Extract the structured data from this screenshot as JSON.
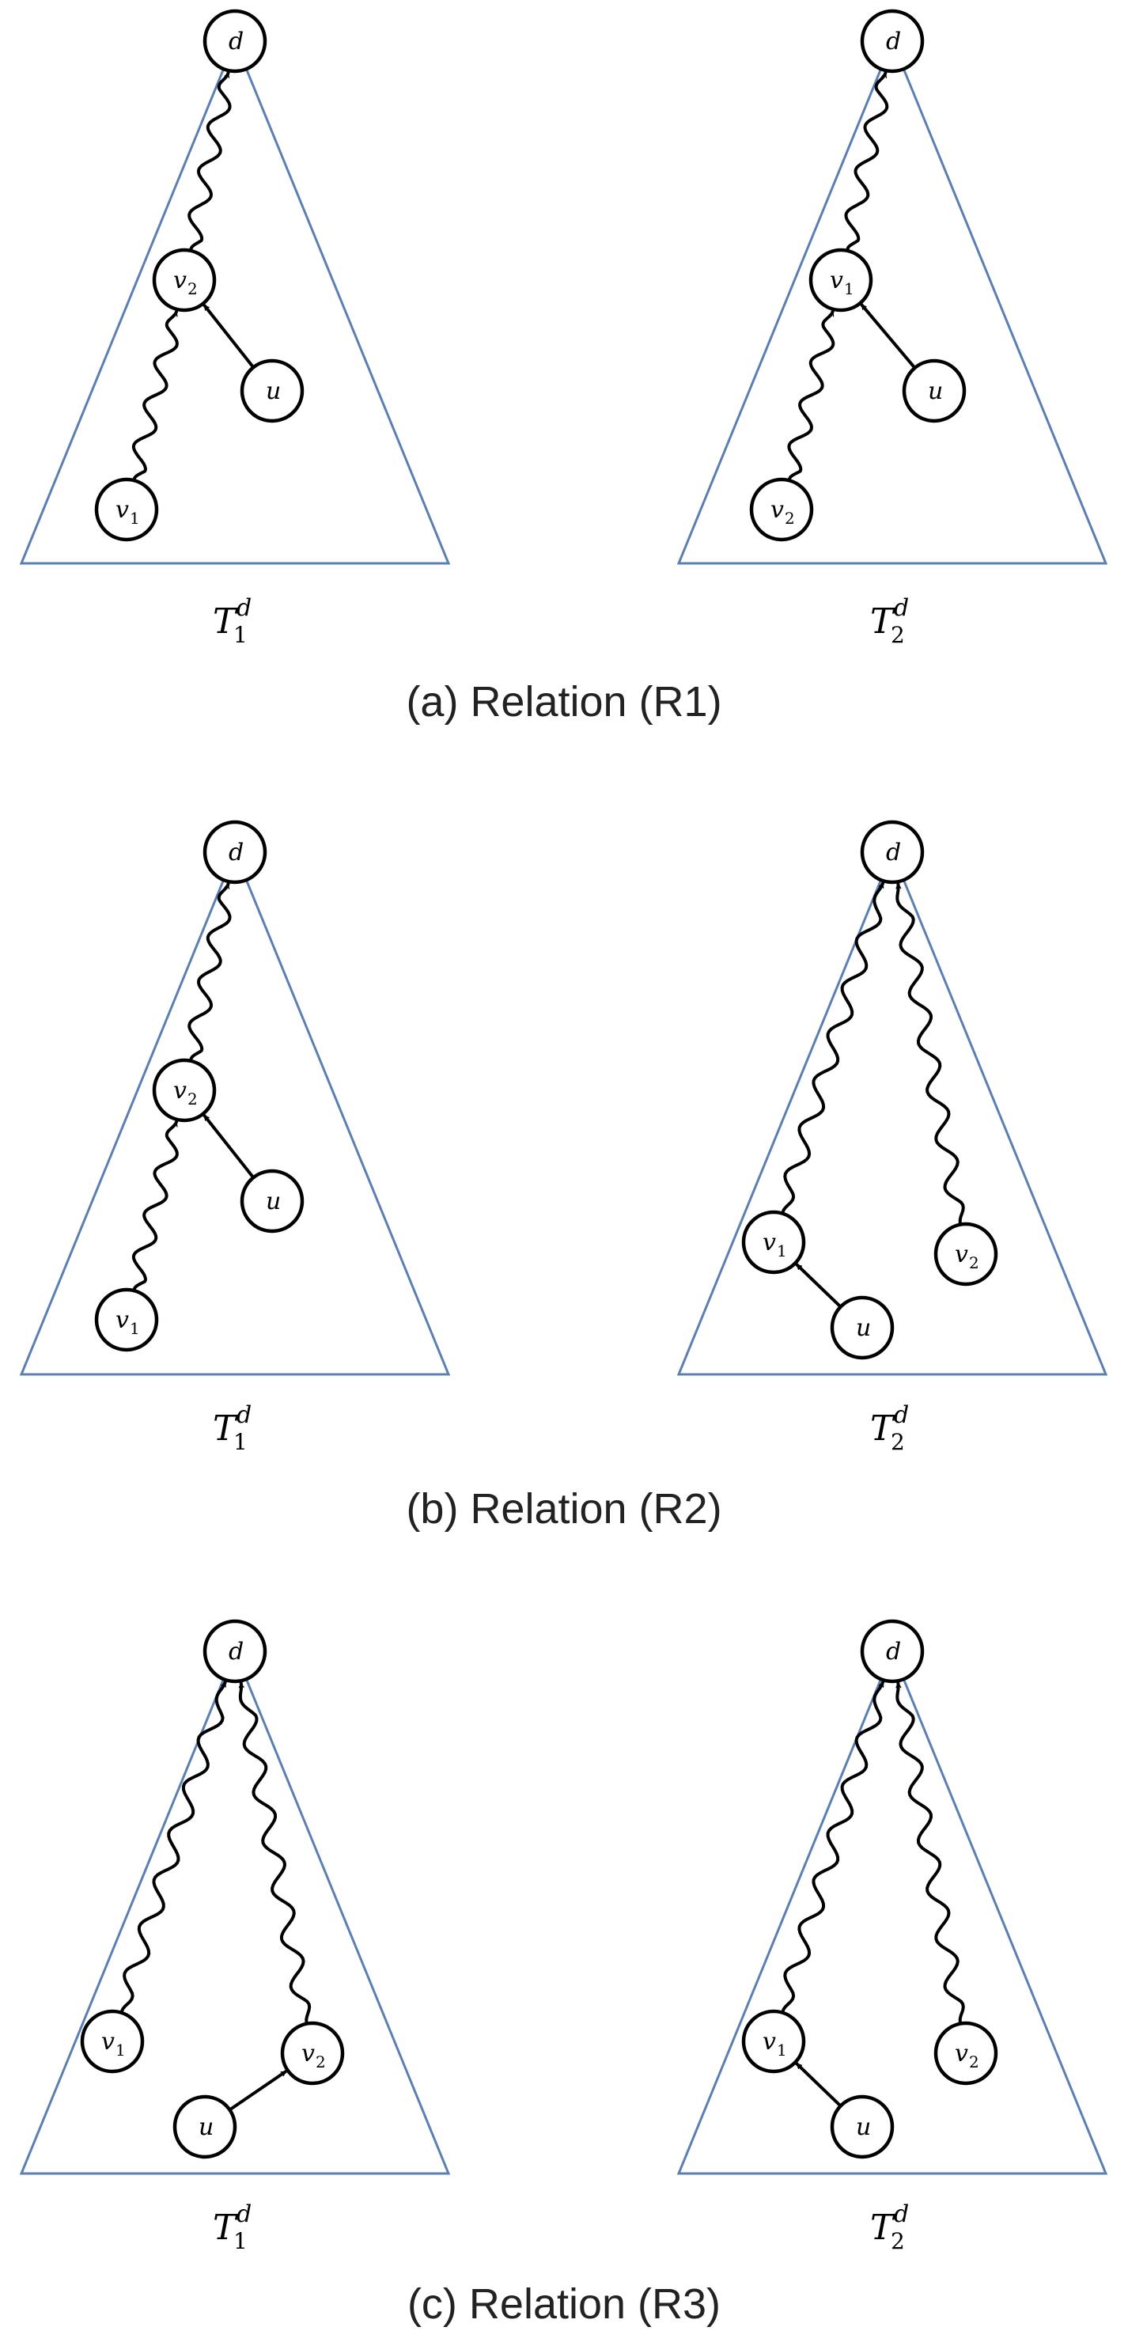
{
  "panels": [
    {
      "caption": "(a) Relation (R1)",
      "trees": [
        {
          "tree_label": {
            "base": "T",
            "sub": "1",
            "sup": "d"
          },
          "nodes": [
            {
              "id": "d",
              "base": "d",
              "sub": ""
            },
            {
              "id": "v2",
              "base": "v",
              "sub": "2"
            },
            {
              "id": "u",
              "base": "u",
              "sub": ""
            },
            {
              "id": "v1",
              "base": "v",
              "sub": "1"
            }
          ],
          "edges": [
            {
              "from": "v2",
              "to": "d",
              "kind": "path"
            },
            {
              "from": "v1",
              "to": "v2",
              "kind": "path"
            },
            {
              "from": "u",
              "to": "v2",
              "kind": "edge"
            }
          ]
        },
        {
          "tree_label": {
            "base": "T",
            "sub": "2",
            "sup": "d"
          },
          "nodes": [
            {
              "id": "d",
              "base": "d",
              "sub": ""
            },
            {
              "id": "v1",
              "base": "v",
              "sub": "1"
            },
            {
              "id": "u",
              "base": "u",
              "sub": ""
            },
            {
              "id": "v2",
              "base": "v",
              "sub": "2"
            }
          ],
          "edges": [
            {
              "from": "v1",
              "to": "d",
              "kind": "path"
            },
            {
              "from": "v2",
              "to": "v1",
              "kind": "path"
            },
            {
              "from": "u",
              "to": "v1",
              "kind": "edge"
            }
          ]
        }
      ]
    },
    {
      "caption": "(b) Relation (R2)",
      "trees": [
        {
          "tree_label": {
            "base": "T",
            "sub": "1",
            "sup": "d"
          },
          "nodes": [
            {
              "id": "d",
              "base": "d",
              "sub": ""
            },
            {
              "id": "v2",
              "base": "v",
              "sub": "2"
            },
            {
              "id": "u",
              "base": "u",
              "sub": ""
            },
            {
              "id": "v1",
              "base": "v",
              "sub": "1"
            }
          ],
          "edges": [
            {
              "from": "v2",
              "to": "d",
              "kind": "path"
            },
            {
              "from": "v1",
              "to": "v2",
              "kind": "path"
            },
            {
              "from": "u",
              "to": "v2",
              "kind": "edge"
            }
          ]
        },
        {
          "tree_label": {
            "base": "T",
            "sub": "2",
            "sup": "d"
          },
          "nodes": [
            {
              "id": "d",
              "base": "d",
              "sub": ""
            },
            {
              "id": "v1",
              "base": "v",
              "sub": "1"
            },
            {
              "id": "v2",
              "base": "v",
              "sub": "2"
            },
            {
              "id": "u",
              "base": "u",
              "sub": ""
            }
          ],
          "edges": [
            {
              "from": "v1",
              "to": "d",
              "kind": "path"
            },
            {
              "from": "v2",
              "to": "d",
              "kind": "path"
            },
            {
              "from": "u",
              "to": "v1",
              "kind": "edge"
            }
          ]
        }
      ]
    },
    {
      "caption": "(c) Relation (R3)",
      "trees": [
        {
          "tree_label": {
            "base": "T",
            "sub": "1",
            "sup": "d"
          },
          "nodes": [
            {
              "id": "d",
              "base": "d",
              "sub": ""
            },
            {
              "id": "v1",
              "base": "v",
              "sub": "1"
            },
            {
              "id": "v2",
              "base": "v",
              "sub": "2"
            },
            {
              "id": "u",
              "base": "u",
              "sub": ""
            }
          ],
          "edges": [
            {
              "from": "v1",
              "to": "d",
              "kind": "path"
            },
            {
              "from": "v2",
              "to": "d",
              "kind": "path"
            },
            {
              "from": "u",
              "to": "v2",
              "kind": "edge"
            }
          ]
        },
        {
          "tree_label": {
            "base": "T",
            "sub": "2",
            "sup": "d"
          },
          "nodes": [
            {
              "id": "d",
              "base": "d",
              "sub": ""
            },
            {
              "id": "v1",
              "base": "v",
              "sub": "1"
            },
            {
              "id": "v2",
              "base": "v",
              "sub": "2"
            },
            {
              "id": "u",
              "base": "u",
              "sub": ""
            }
          ],
          "edges": [
            {
              "from": "v1",
              "to": "d",
              "kind": "path"
            },
            {
              "from": "v2",
              "to": "d",
              "kind": "path"
            },
            {
              "from": "u",
              "to": "v1",
              "kind": "edge"
            }
          ]
        }
      ]
    }
  ]
}
